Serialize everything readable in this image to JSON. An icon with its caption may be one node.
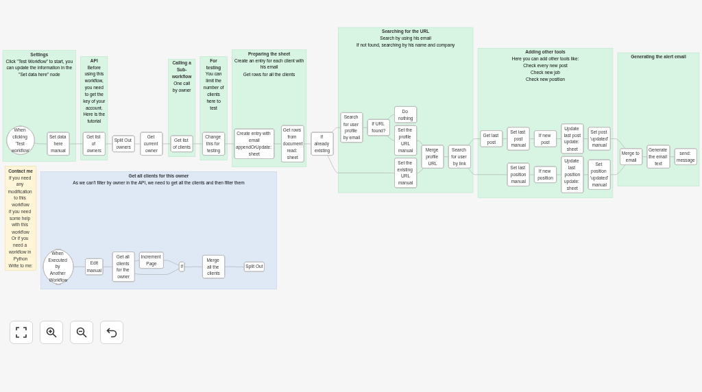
{
  "diagram": {
    "nodes": [
      {
        "text": [
          "Contact me",
          "If you need any modification to this workflow",
          "if you need some help with this workflow",
          "Or if you need a workflow in Python",
          "Write to me:"
        ]
      },
      {
        "text": [
          "Settings",
          "Click \"Test Workflow\" to start, you can update the information in the \"Set data here\" node"
        ]
      },
      {
        "text": [
          "When clicking 'Test workflow'"
        ],
        "in": 1
      },
      {
        "text": [
          "Set data here",
          "manual"
        ],
        "in": 1
      },
      {
        "text": [
          "API",
          "Before using this workflow, you need to get the key of your account.",
          "Here is the tutorial"
        ]
      },
      {
        "text": [
          "Get list of owners"
        ],
        "in": 4
      },
      {
        "text": [
          "Split Out owners"
        ]
      },
      {
        "text": [
          "Get current owner"
        ]
      },
      {
        "text": [
          "Calling a Sub-workflow",
          "One call by owner"
        ]
      },
      {
        "text": [
          "Get list of clients"
        ],
        "in": 8
      },
      {
        "text": [
          "For testing",
          "You can limit the number of clients here to test"
        ]
      },
      {
        "text": [
          "Change this for testing"
        ],
        "in": 10
      },
      {
        "text": [
          "Preparing the sheet",
          "Create an entry for each client with his email",
          "Get rows for all the clients"
        ]
      },
      {
        "text": [
          "Create entry with email",
          "appendOrUpdate: sheet"
        ],
        "in": 12
      },
      {
        "text": [
          "Get rows from document",
          "read: sheet"
        ],
        "in": 12
      },
      {
        "text": [
          "If already existing"
        ]
      },
      {
        "text": [
          "Searching for the URL",
          "Search by using his email",
          "If not found, searching by his name and company"
        ]
      },
      {
        "text": [
          "Search for user profile by email"
        ],
        "in": 16
      },
      {
        "text": [
          "If URL found?"
        ],
        "in": 16
      },
      {
        "text": [
          "Do nothing"
        ],
        "in": 16
      },
      {
        "text": [
          "Set the profile URL",
          "manual"
        ],
        "in": 16
      },
      {
        "text": [
          "Set the existing URL",
          "manual"
        ],
        "in": 16
      },
      {
        "text": [
          "Merge profile URL"
        ],
        "in": 16
      },
      {
        "text": [
          "Search for user by link"
        ],
        "in": 16
      },
      {
        "text": [
          "Adding other tools",
          "Here you can add other tools like:",
          "Check every new post",
          "Check new job",
          "Check new position"
        ]
      },
      {
        "text": [
          "Get last post"
        ],
        "in": 24
      },
      {
        "text": [
          "Set last post",
          "manual"
        ],
        "in": 24
      },
      {
        "text": [
          "If new post"
        ],
        "in": 24
      },
      {
        "text": [
          "Update last post",
          "update: sheet"
        ],
        "in": 24
      },
      {
        "text": [
          "Set post 'updated'",
          "manual"
        ],
        "in": 24
      },
      {
        "text": [
          "Set last position",
          "manual"
        ],
        "in": 24
      },
      {
        "text": [
          "If new position"
        ],
        "in": 24
      },
      {
        "text": [
          "Update last position",
          "update: sheet"
        ],
        "in": 24
      },
      {
        "text": [
          "Set position 'updated'",
          "manual"
        ],
        "in": 24
      },
      {
        "text": [
          "Generating the alert email"
        ]
      },
      {
        "text": [
          "Merge to email"
        ],
        "in": 34
      },
      {
        "text": [
          "Generate the email text"
        ],
        "in": 34
      },
      {
        "text": [
          "send: message"
        ],
        "in": 34
      },
      {
        "text": [
          "Get all clients for this owner",
          "As we can't filter by owner in the API, we need to get all the clients and then filter them"
        ]
      },
      {
        "text": [
          "When Executed by Another Workflow"
        ],
        "in": 38
      },
      {
        "text": [
          "Edit",
          "manual"
        ],
        "in": 38
      },
      {
        "text": [
          "Get all clients for the owner"
        ],
        "in": 38
      },
      {
        "text": [
          "Increment Page"
        ],
        "in": 38
      },
      {
        "text": [
          "If"
        ],
        "in": 38
      },
      {
        "text": [
          "Merge all the clients"
        ],
        "in": 38
      },
      {
        "text": [
          "Split Out"
        ],
        "in": 38
      }
    ],
    "edges": [
      {
        "from": 2,
        "to": 3,
        "arrow": "none"
      },
      {
        "from": 3,
        "to": 5,
        "arrow": "none"
      },
      {
        "from": 5,
        "to": 6,
        "arrow": "none"
      },
      {
        "from": 6,
        "to": 7,
        "arrow": "none"
      },
      {
        "from": 7,
        "to": 9,
        "arrow": "none"
      },
      {
        "from": 9,
        "to": 11,
        "arrow": "none"
      },
      {
        "from": 11,
        "to": 13,
        "arrow": "none"
      },
      {
        "from": 13,
        "to": 14,
        "arrow": "none"
      },
      {
        "from": 14,
        "to": 15,
        "arrow": "none"
      },
      {
        "from": 15,
        "to": 17,
        "arrow": "none"
      },
      {
        "from": 15,
        "to": 21,
        "arrow": "none"
      },
      {
        "from": 17,
        "to": 18,
        "arrow": "none"
      },
      {
        "from": 18,
        "to": 19,
        "arrow": "none"
      },
      {
        "from": 18,
        "to": 20,
        "arrow": "none"
      },
      {
        "from": 20,
        "to": 22,
        "arrow": "none"
      },
      {
        "from": 21,
        "to": 22,
        "arrow": "none"
      },
      {
        "from": 22,
        "to": 23,
        "arrow": "none"
      },
      {
        "from": 23,
        "to": 25,
        "arrow": "none"
      },
      {
        "from": 23,
        "to": 30,
        "arrow": "none"
      },
      {
        "from": 25,
        "to": 26,
        "arrow": "none"
      },
      {
        "from": 26,
        "to": 27,
        "arrow": "none"
      },
      {
        "from": 27,
        "to": 28,
        "arrow": "none"
      },
      {
        "from": 28,
        "to": 29,
        "arrow": "none"
      },
      {
        "from": 29,
        "to": 35,
        "arrow": "none"
      },
      {
        "from": 30,
        "to": 31,
        "arrow": "none"
      },
      {
        "from": 31,
        "to": 32,
        "arrow": "none"
      },
      {
        "from": 32,
        "to": 33,
        "arrow": "none"
      },
      {
        "from": 33,
        "to": 35,
        "arrow": "none"
      },
      {
        "from": 35,
        "to": 36,
        "arrow": "none"
      },
      {
        "from": 36,
        "to": 37,
        "arrow": "none"
      },
      {
        "from": 39,
        "to": 40,
        "arrow": "none"
      },
      {
        "from": 40,
        "to": 41,
        "arrow": "none"
      },
      {
        "from": 41,
        "to": 42,
        "arrow": "none"
      },
      {
        "from": 42,
        "to": 43,
        "arrow": "none"
      },
      {
        "from": 43,
        "to": 44,
        "arrow": "none"
      },
      {
        "from": 43,
        "to": 41,
        "arrow": "none"
      },
      {
        "from": 44,
        "to": 45,
        "arrow": "none"
      }
    ]
  }
}
